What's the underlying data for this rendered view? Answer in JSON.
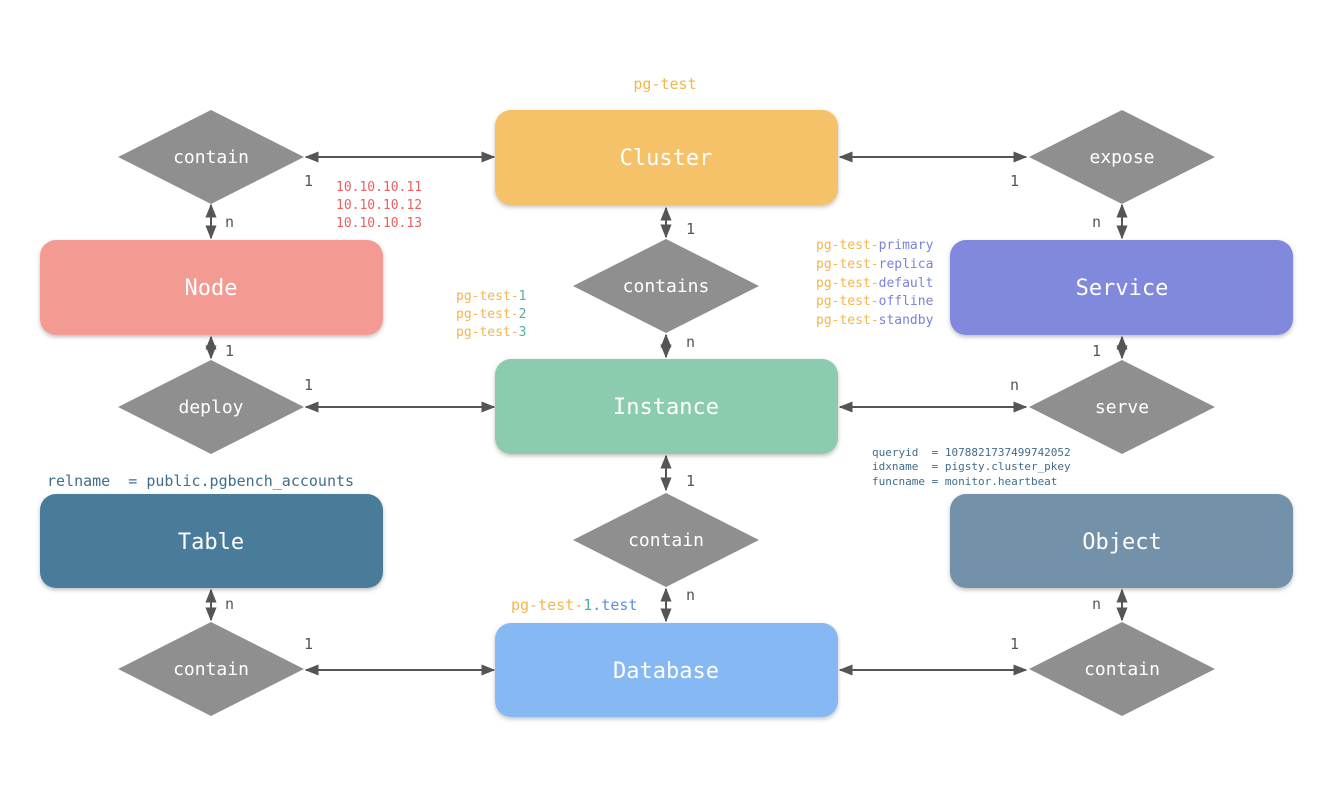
{
  "colors": {
    "cluster": "#F5C26B",
    "node": "#F39A92",
    "service": "#8089DB",
    "instance": "#8BCBAE",
    "table": "#4A7B9B",
    "object": "#7391A8",
    "database": "#86B8F3",
    "relation": "#8F8F8F",
    "line": "#555555",
    "orange_text": "#F5B54A",
    "red_text": "#E86060",
    "green_text": "#4FB2A0",
    "blue_text": "#5A8FE0",
    "purple_text": "#7B83D6",
    "teal_text": "#3E6E8E"
  },
  "entities": {
    "cluster": "Cluster",
    "node": "Node",
    "service": "Service",
    "instance": "Instance",
    "table": "Table",
    "object": "Object",
    "database": "Database"
  },
  "relations": {
    "node_cluster": "contain",
    "cluster_service": "expose",
    "cluster_instance": "contains",
    "node_instance": "deploy",
    "service_instance": "serve",
    "instance_database": "contain",
    "table_database": "contain",
    "object_database": "contain"
  },
  "cardinalities": {
    "cluster_to_node_rel": "1",
    "node_to_node_rel": "n",
    "cluster_to_expose": "1",
    "service_to_expose": "n",
    "cluster_to_contains": "1",
    "instance_to_contains": "n",
    "node_to_deploy": "1",
    "instance_to_deploy": "1",
    "service_to_serve": "1",
    "instance_to_serve": "n",
    "instance_to_db_rel": "1",
    "database_to_db_rel": "n",
    "table_to_rel": "n",
    "database_to_table_rel": "1",
    "object_to_rel": "n",
    "database_to_object_rel": "1"
  },
  "annotations": {
    "cluster_name": "pg-test",
    "node_ips": [
      "10.10.10.11",
      "10.10.10.12",
      "10.10.10.13"
    ],
    "instances": [
      {
        "prefix": "pg-test-",
        "suffix": "1"
      },
      {
        "prefix": "pg-test-",
        "suffix": "2"
      },
      {
        "prefix": "pg-test-",
        "suffix": "3"
      }
    ],
    "services": [
      {
        "prefix": "pg-test-",
        "suffix": "primary"
      },
      {
        "prefix": "pg-test-",
        "suffix": "replica"
      },
      {
        "prefix": "pg-test-",
        "suffix": "default"
      },
      {
        "prefix": "pg-test-",
        "suffix": "offline"
      },
      {
        "prefix": "pg-test-",
        "suffix": "standby"
      }
    ],
    "table_relname": "relname  = public.pgbench_accounts",
    "objects": [
      "queryid  = 1078821737499742052",
      "idxname  = pigsty.cluster_pkey",
      "funcname = monitor.heartbeat"
    ],
    "database": {
      "prefix": "pg-test-",
      "mid": "1",
      "suffix": ".test"
    }
  }
}
